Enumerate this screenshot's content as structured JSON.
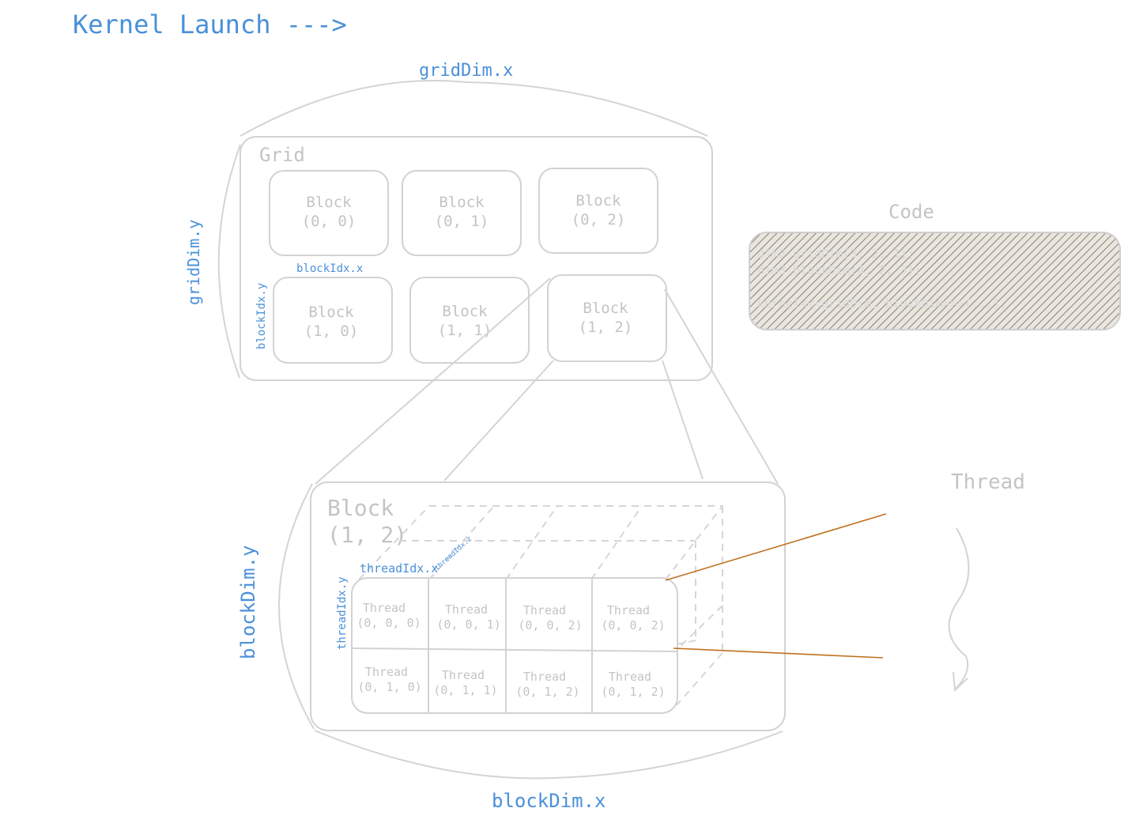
{
  "title": "Kernel Launch --->",
  "labels": {
    "grid_dim_x": "gridDim.x",
    "grid_dim_y": "gridDim.y",
    "block_idx_x": "blockIdx.x",
    "block_idx_y": "blockIdx.y",
    "block_dim_x": "blockDim.x",
    "block_dim_y": "blockDim.y",
    "thread_idx_x": "threadIdx.x",
    "thread_idx_y": "threadIdx.y",
    "thread_idx_z": "threadIdx.z"
  },
  "grid": {
    "title": "Grid",
    "blocks": [
      {
        "name": "Block",
        "coord": "(0, 0)"
      },
      {
        "name": "Block",
        "coord": "(0, 1)"
      },
      {
        "name": "Block",
        "coord": "(0, 2)"
      },
      {
        "name": "Block",
        "coord": "(1, 0)"
      },
      {
        "name": "Block",
        "coord": "(1, 1)"
      },
      {
        "name": "Block",
        "coord": "(1, 2)"
      }
    ]
  },
  "block_detail": {
    "title_line1": "Block",
    "title_line2": "(1, 2)",
    "threads": [
      {
        "name": "Thread",
        "coord": "(0, 0, 0)"
      },
      {
        "name": "Thread",
        "coord": "(0, 0, 1)"
      },
      {
        "name": "Thread",
        "coord": "(0, 0, 2)"
      },
      {
        "name": "Thread",
        "coord": "(0, 0, 2)"
      },
      {
        "name": "Thread",
        "coord": "(0, 1, 0)"
      },
      {
        "name": "Thread",
        "coord": "(0, 1, 1)"
      },
      {
        "name": "Thread",
        "coord": "(0, 1, 2)"
      },
      {
        "name": "Thread",
        "coord": "(0, 1, 2)"
      }
    ]
  },
  "code": {
    "title": "Code",
    "lines": [
      "dim3 gridDim(3, 2, 1);",
      "dim3 blockDim(4, 2, 3);",
      "",
      "kernel<<<gridDim, blockDim>>>(...);"
    ]
  },
  "thread_label": "Thread",
  "colors": {
    "accent_blue": "#4a90d9",
    "sketch_grey": "#d2d2d2",
    "text_grey": "#c4c4c4",
    "pointer_orange": "#c0701c",
    "code_hatch": "#8a8070"
  }
}
